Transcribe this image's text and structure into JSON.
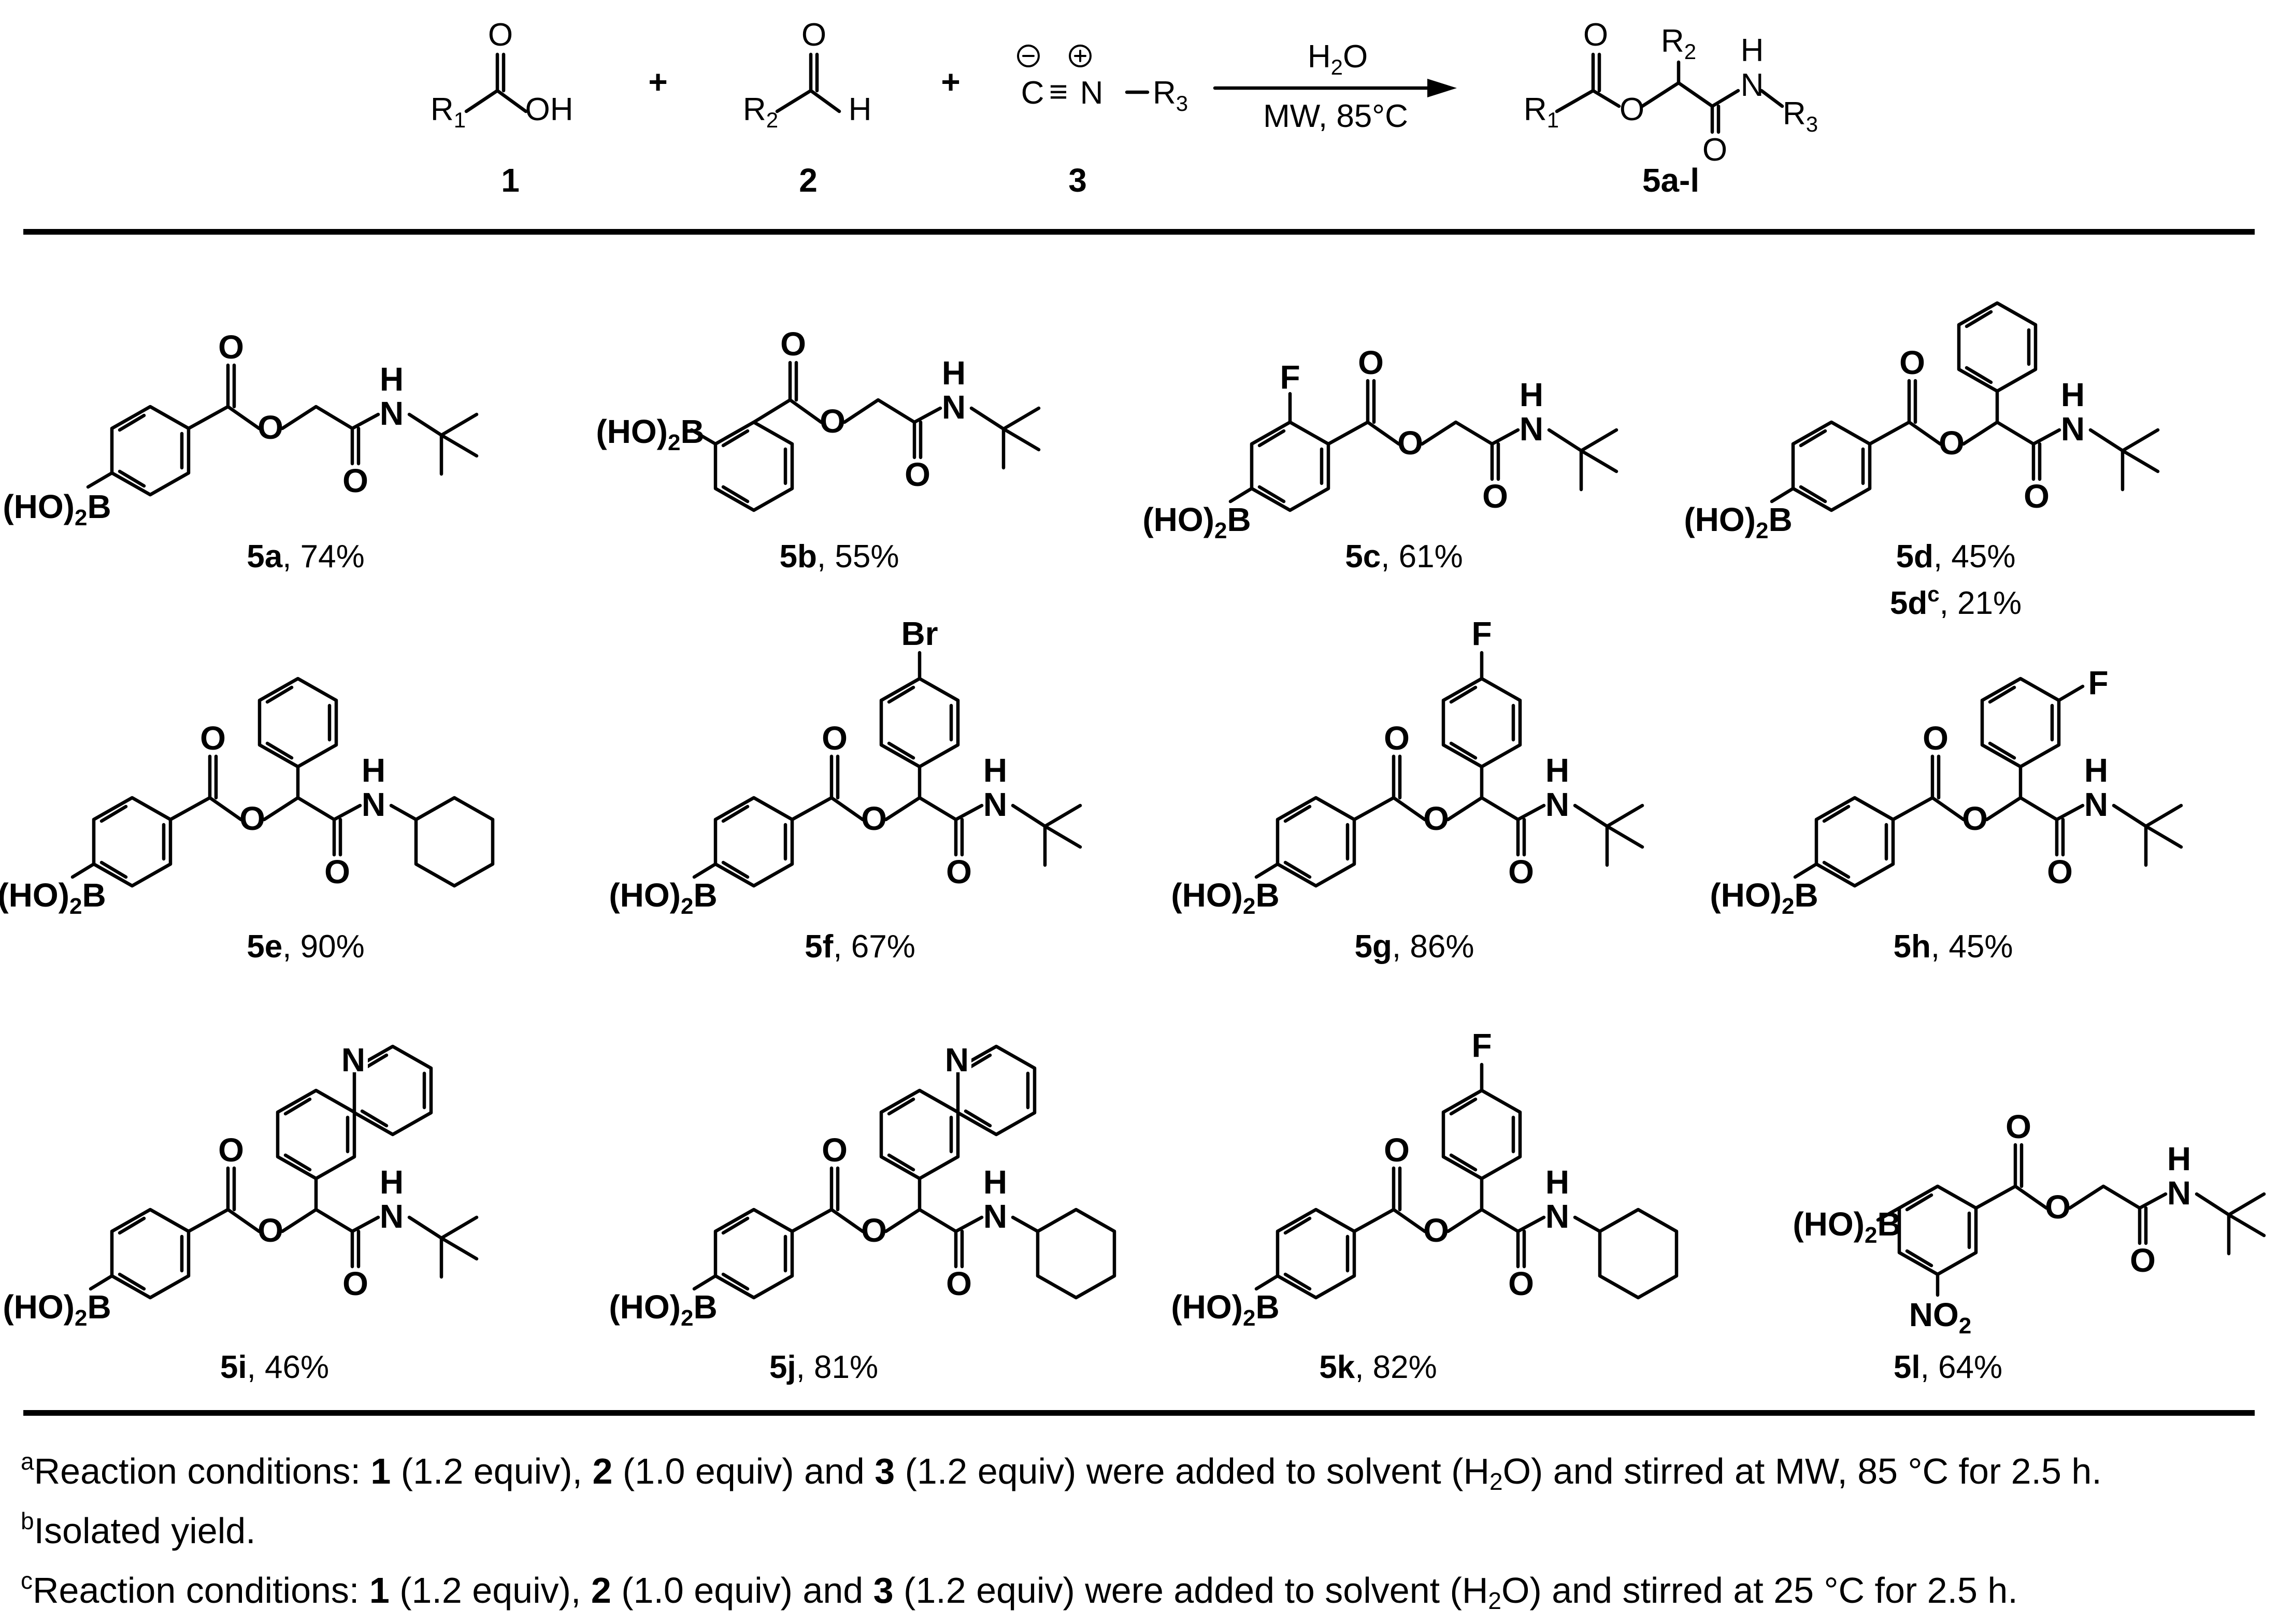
{
  "scheme": {
    "reactant1_label": "1",
    "reactant2_label": "2",
    "reactant3_label": "3",
    "product_label": "5a-l",
    "plus": "+",
    "conditions_top": "H2O",
    "conditions_bottom": "MW, 85°C"
  },
  "compounds": [
    {
      "id": "5a",
      "yield": ", 74%"
    },
    {
      "id": "5b",
      "yield": ", 55%"
    },
    {
      "id": "5c",
      "yield": ", 61%"
    },
    {
      "id": "5d",
      "yield": ", 45%"
    },
    {
      "id": "5d",
      "sup": "c",
      "yield": ", 21%"
    },
    {
      "id": "5e",
      "yield": ", 90%"
    },
    {
      "id": "5f",
      "yield": ", 67%"
    },
    {
      "id": "5g",
      "yield": ", 86%"
    },
    {
      "id": "5h",
      "yield": ", 45%"
    },
    {
      "id": "5i",
      "yield": ", 46%"
    },
    {
      "id": "5j",
      "yield": ", 81%"
    },
    {
      "id": "5k",
      "yield": ", 82%"
    },
    {
      "id": "5l",
      "yield": ", 64%"
    }
  ],
  "footnotes": {
    "a": {
      "mark": "a",
      "t1": "Reaction conditions: ",
      "c1": "1",
      "t2": " (1.2 equiv), ",
      "c2": "2",
      "t3": " (1.0 equiv) and ",
      "c3": "3",
      "t4": " (1.2 equiv) were added to solvent (H",
      "sub": "2",
      "t5": "O) and stirred at MW, 85 °C for 2.5 h."
    },
    "b": {
      "mark": "b",
      "text": "Isolated yield."
    },
    "c": {
      "mark": "c",
      "t1": "Reaction conditions: ",
      "c1": "1",
      "t2": " (1.2 equiv), ",
      "c2": "2",
      "t3": " (1.0 equiv) and ",
      "c3": "3",
      "t4": " (1.2 equiv) were added to solvent (H",
      "sub": "2",
      "t5": "O) and stirred at 25 °C for 2.5 h."
    }
  }
}
